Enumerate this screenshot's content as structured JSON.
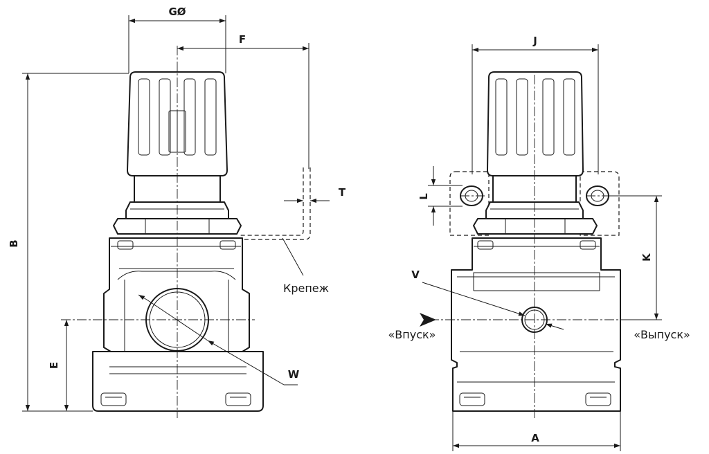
{
  "labels": {
    "g": "GØ",
    "f": "F",
    "t": "T",
    "b": "B",
    "e": "E",
    "w": "W",
    "j": "J",
    "l": "L",
    "k": "K",
    "v": "V",
    "a": "A"
  },
  "captions": {
    "mount": "Крепеж",
    "inlet": "«Впуск»",
    "outlet": "«Выпуск»"
  }
}
